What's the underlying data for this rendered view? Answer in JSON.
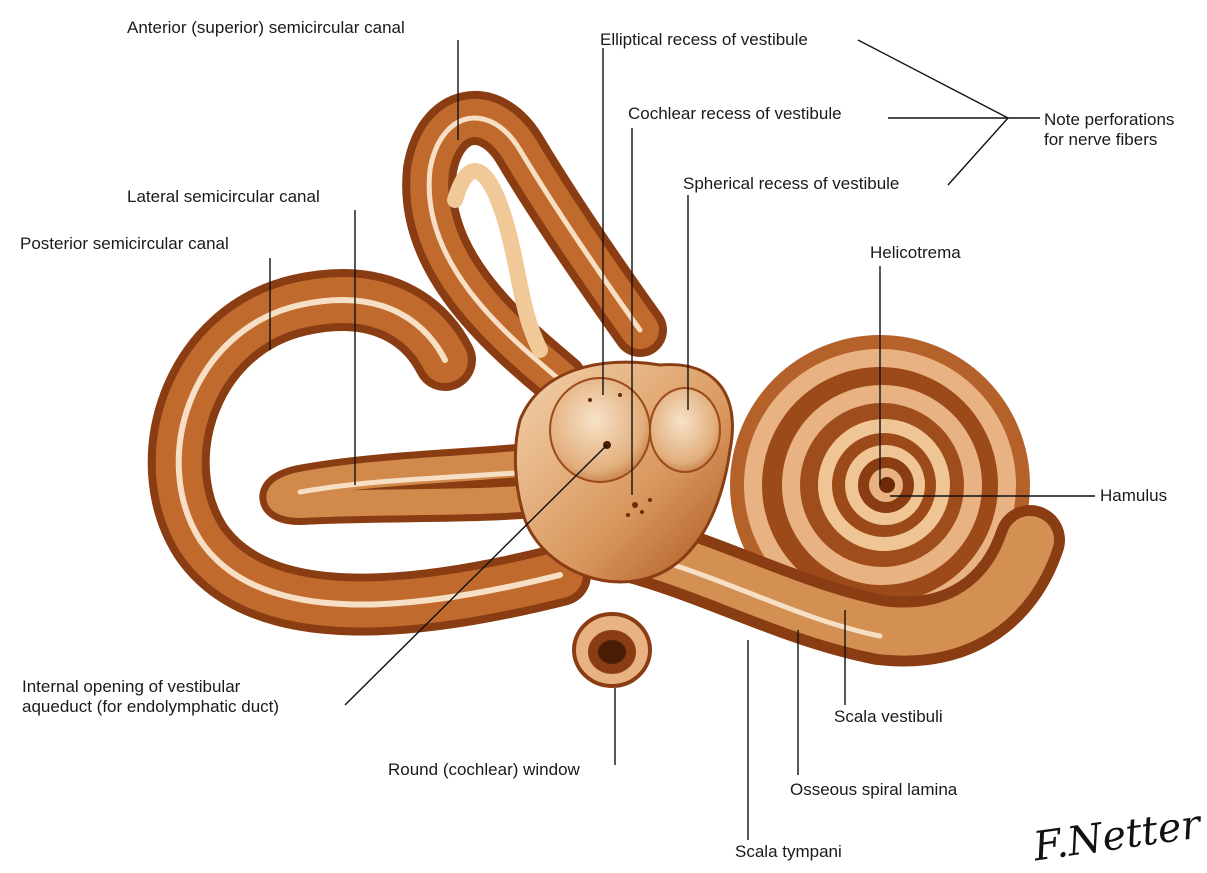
{
  "labels": {
    "anterior_canal": "Anterior (superior) semicircular canal",
    "elliptical_recess": "Elliptical recess of vestibule",
    "cochlear_recess": "Cochlear recess of vestibule",
    "spherical_recess": "Spherical recess of vestibule",
    "note_perforations": "Note perforations\nfor nerve fibers",
    "lateral_canal": "Lateral semicircular canal",
    "posterior_canal": "Posterior semicircular canal",
    "helicotrema": "Helicotrema",
    "hamulus": "Hamulus",
    "internal_opening": "Internal opening of vestibular\naqueduct (for endolymphatic duct)",
    "round_window": "Round (cochlear) window",
    "scala_vestibuli": "Scala vestibuli",
    "osseous_lamina": "Osseous spiral lamina",
    "scala_tympani": "Scala tympani"
  },
  "signature": "F.Netter",
  "colors": {
    "bone_dark": "#8a3d12",
    "bone_mid": "#c06a2e",
    "bone_light": "#e9b98a",
    "bone_pale": "#f6dfc4",
    "leader": "#111111"
  }
}
